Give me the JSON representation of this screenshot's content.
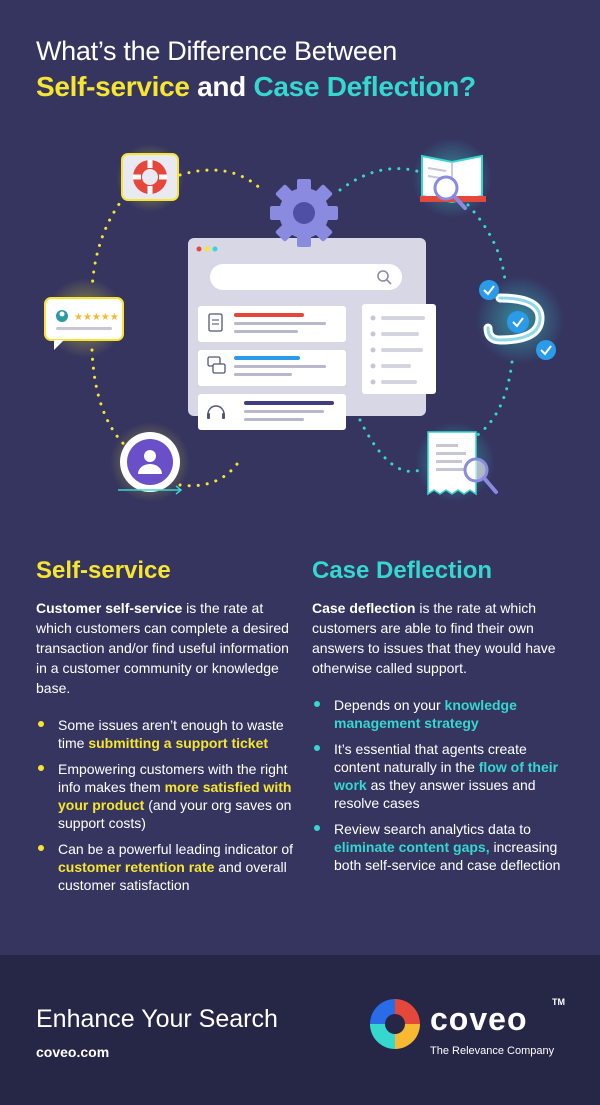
{
  "header": {
    "line1": "What’s the Difference Between",
    "line2_a": "Self-service",
    "line2_and": "and",
    "line2_b": "Case Deflection?"
  },
  "colors": {
    "background": "#353560",
    "yellow": "#f6e531",
    "cyan": "#35d7cf",
    "footer": "#262647"
  },
  "self_service": {
    "heading": "Self-service",
    "intro_bold": "Customer self-service",
    "intro_rest": " is the rate at which customers can complete a desired transaction and/or find useful information in a customer community or knowledge base.",
    "bullets": [
      {
        "pre": "Some issues aren’t enough to waste time ",
        "hl": "submitting a support ticket",
        "post": ""
      },
      {
        "pre": "Empowering customers with the right info makes them ",
        "hl": "more satisfied with your product",
        "post": " (and your org saves on support costs)"
      },
      {
        "pre": "Can be a powerful leading indicator of ",
        "hl": "customer retention rate",
        "post": " and overall customer satisfaction"
      }
    ]
  },
  "case_deflection": {
    "heading": "Case Deflection",
    "intro_bold": "Case deflection",
    "intro_rest": " is the rate at which customers are able to find their own answers to issues that they would have otherwise called support.",
    "bullets": [
      {
        "pre": "Depends on your ",
        "hl": "knowledge management strategy",
        "post": ""
      },
      {
        "pre": "It’s essential that agents create content naturally in the ",
        "hl": "flow of their work",
        "post": " as they answer issues and resolve cases"
      },
      {
        "pre": "Review search analytics data to ",
        "hl": "eliminate content gaps,",
        "post": " increasing both self-service and case deflection"
      }
    ]
  },
  "footer": {
    "cta": "Enhance Your Search",
    "url": "coveo.com",
    "brand": "coveo",
    "tm": "TM",
    "tagline": "The Relevance Company"
  }
}
